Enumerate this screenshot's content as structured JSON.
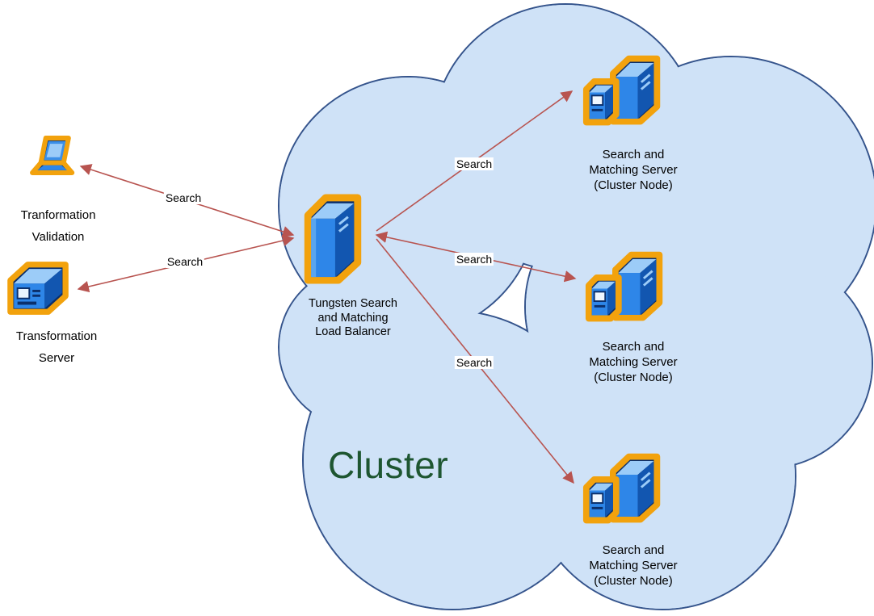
{
  "colors": {
    "cloud_fill": "#cfe2f7",
    "cloud_stroke": "#35548c",
    "arrow": "#b85450",
    "accent_orange": "#f2a20d",
    "navy": "#0b2f6b",
    "server_blue": "#2e86e8",
    "server_blue_light": "#9cccf8",
    "server_blue_dark": "#1256b0",
    "cluster_green": "#1e5631"
  },
  "cluster": {
    "label": "Cluster"
  },
  "nodes": {
    "transformation_validation": {
      "lines": [
        "Tranformation",
        "Validation"
      ]
    },
    "transformation_server": {
      "lines": [
        "Transformation",
        "Server"
      ]
    },
    "load_balancer": {
      "lines": [
        "Tungsten Search",
        "and Matching",
        "Load Balancer"
      ]
    },
    "cluster_node_1": {
      "lines": [
        "Search and",
        "Matching Server",
        "(Cluster Node)"
      ]
    },
    "cluster_node_2": {
      "lines": [
        "Search and",
        "Matching Server",
        "(Cluster Node)"
      ]
    },
    "cluster_node_3": {
      "lines": [
        "Search and",
        "Matching Server",
        "(Cluster Node)"
      ]
    }
  },
  "edges": [
    {
      "label": "Search"
    },
    {
      "label": "Search"
    },
    {
      "label": "Search"
    },
    {
      "label": "Search"
    },
    {
      "label": "Search"
    }
  ]
}
